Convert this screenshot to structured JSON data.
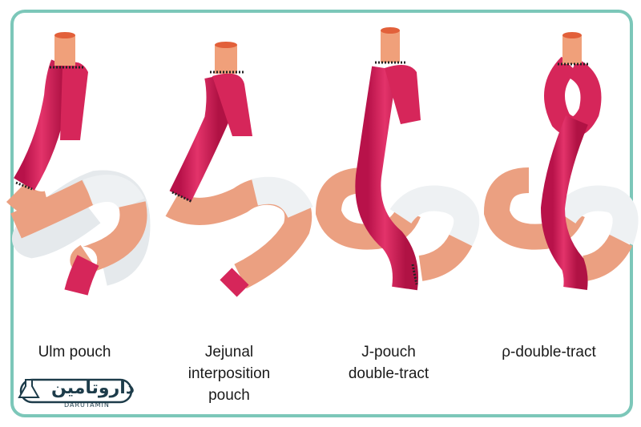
{
  "panels": [
    {
      "caption_lines": [
        "Ulm pouch"
      ]
    },
    {
      "caption_lines": [
        "Jejunal",
        "interposition",
        "pouch"
      ]
    },
    {
      "caption_lines": [
        "J-pouch",
        "double-tract"
      ]
    },
    {
      "caption_lines": [
        "ρ-double-tract"
      ]
    }
  ],
  "logo": {
    "text": "داروتامین",
    "subtext": "DARUTAMIN"
  },
  "colors": {
    "border": "#7cc7b9",
    "esophagus": "#f0a07a",
    "jejunum": "#d6265a",
    "bowel": "#f0a47e",
    "duodenum_white": "#eef1f3",
    "suture": "#222222"
  }
}
